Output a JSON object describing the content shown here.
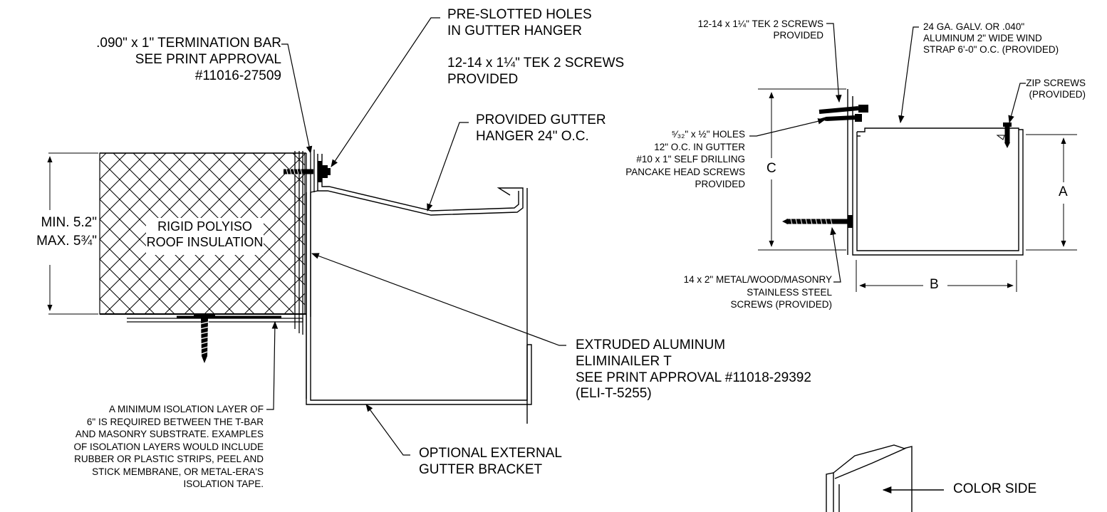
{
  "labels": {
    "termination_bar": [
      ".090\" x 1\" TERMINATION BAR",
      "SEE PRINT APPROVAL",
      "#11016-27509"
    ],
    "pre_slotted_holes": [
      "PRE-SLOTTED HOLES",
      "IN GUTTER HANGER"
    ],
    "tek_screws_main": [
      "12-14 x 1¼\" TEK 2 SCREWS",
      "PROVIDED"
    ],
    "gutter_hanger": [
      "PROVIDED GUTTER",
      "HANGER 24\" O.C."
    ],
    "min_max": [
      "MIN. 5.2\"",
      "MAX. 5¾\""
    ],
    "insulation": [
      "RIGID POLYISO",
      "ROOF INSULATION"
    ],
    "eliminailer": [
      "EXTRUDED ALUMINUM",
      "ELIMINAILER T",
      "SEE PRINT APPROVAL #11018-29392",
      "(ELI-T-5255)"
    ],
    "isolation_note": [
      "A MINIMUM ISOLATION LAYER OF",
      "6\" IS REQUIRED BETWEEN THE T-BAR",
      "AND MASONRY SUBSTRATE. EXAMPLES",
      "OF ISOLATION LAYERS WOULD INCLUDE",
      "RUBBER OR PLASTIC STRIPS, PEEL AND",
      "STICK MEMBRANE, OR METAL-ERA'S",
      "ISOLATION TAPE."
    ],
    "external_bracket": [
      "OPTIONAL EXTERNAL",
      "GUTTER BRACKET"
    ],
    "tek_screws_detail": [
      "12-14 x 1¼\" TEK 2 SCREWS",
      "PROVIDED"
    ],
    "wind_strap": [
      "24 GA. GALV. OR .040\"",
      "ALUMINUM 2\" WIDE WIND",
      "STRAP 6'-0\" O.C. (PROVIDED)"
    ],
    "zip_screws": [
      "ZIP SCREWS",
      "(PROVIDED)"
    ],
    "gutter_holes": [
      "⁵⁄₃₂\" x ½\" HOLES",
      "12\" O.C. IN GUTTER",
      "#10 x 1\" SELF DRILLING",
      "PANCAKE HEAD SCREWS",
      "PROVIDED"
    ],
    "masonry_screws": [
      "14 x 2\" METAL/WOOD/MASONRY",
      "STAINLESS STEEL",
      "SCREWS (PROVIDED)"
    ],
    "color_side": "COLOR SIDE"
  },
  "dimensions": {
    "a": "A",
    "b": "B",
    "c": "C"
  },
  "colors": {
    "line": "#000000",
    "background": "#ffffff",
    "screw": "#2a2a2a"
  }
}
